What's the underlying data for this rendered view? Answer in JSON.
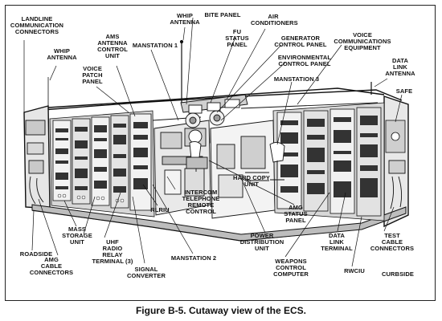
{
  "labels": {
    "landline_communication_connectors": "LANDLINE\nCOMMUNICATION\nCONNECTORS",
    "whip_antenna_left": "WHIP\nANTENNA",
    "ams_antenna_control_unit": "AMS\nANTENNA\nCONTROL\nUNIT",
    "manstation_1": "MANSTATION 1",
    "whip_antenna_top": "WHIP\nANTENNA",
    "bite_panel": "BITE PANEL",
    "fu_status_panel": "FU\nSTATUS\nPANEL",
    "air_conditioners": "AIR\nCONDITIONERS",
    "generator_control_panel": "GENERATOR\nCONTROL PANEL",
    "environmental_control_panel": "ENVIRONMENTAL\nCONTROL PANEL",
    "voice_communications_equipment": "VOICE\nCOMMUNICATIONS\nEQUIPMENT",
    "voice_patch_panel": "VOICE\nPATCH\nPANEL",
    "manstation_3": "MANSTATION 3",
    "data_link_antenna": "DATA\nLINK\nANTENNA",
    "safe": "SAFE",
    "hard_copy_unit": "HARD COPY\nUNIT",
    "intercom_telephone_remote_control": "INTERCOM\nTELEPHONE\nREMOTE\nCONTROL",
    "amg_status_panel": "AMG\nSTATUS\nPANEL",
    "mass_storage_unit": "MASS\nSTORAGE\nUNIT",
    "rlriu": "RLRIU",
    "uhf_radio_relay_terminal": "UHF\nRADIO\nRELAY\nTERMINAL (3)",
    "roadside": "ROADSIDE",
    "data_link_terminal": "DATA\nLINK\nTERMINAL",
    "test_cable_connectors": "TEST\nCABLE\nCONNECTORS",
    "power_distribution_unit": "POWER\nDISTRIBUTION\nUNIT",
    "manstation_2": "MANSTATION 2",
    "amg_cable_connectors": "AMG\nCABLE\nCONNECTORS",
    "signal_converter": "SIGNAL\nCONVERTER",
    "weapons_control_computer": "WEAPONS\nCONTROL\nCOMPUTER",
    "rwciu": "RWCIU",
    "curbside": "CURBSIDE"
  },
  "caption": "Figure B-5.  Cutaway view of the ECS."
}
